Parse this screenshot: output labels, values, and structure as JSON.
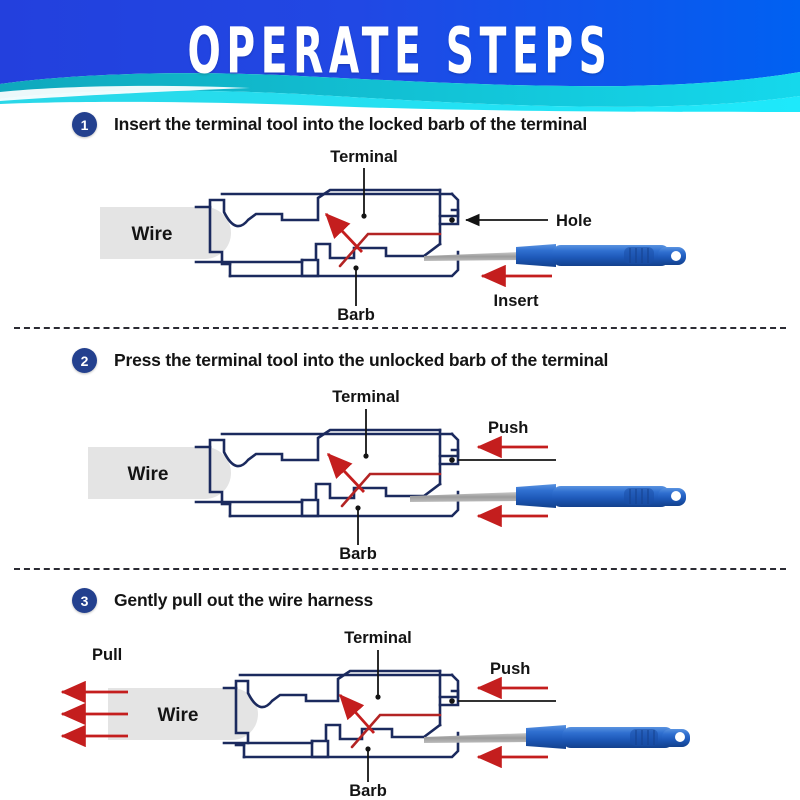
{
  "header": {
    "title": "OPERATE STEPS",
    "gradient_left": "#2340dd",
    "gradient_right": "#0061f2",
    "wave_teal": "#11b9c9",
    "wave_cyan": "#1fe4f5"
  },
  "colors": {
    "outline_navy": "#1b2a5e",
    "arrow_red": "#c41e1e",
    "barb_red": "#b32424",
    "wire_gray": "#e4e4e4",
    "tool_blue": "#1f5fc4",
    "tool_blue_dark": "#17479c",
    "tool_blade_gray": "#a5a5a5",
    "badge_navy": "#23408e",
    "text_dark": "#141414",
    "divider": "#2b2b33"
  },
  "steps": [
    {
      "number": "1",
      "text": "Insert the terminal tool into the locked barb of the terminal",
      "labels": {
        "wire": "Wire",
        "terminal": "Terminal",
        "barb": "Barb",
        "hole": "Hole",
        "action": "Insert"
      }
    },
    {
      "number": "2",
      "text": "Press the terminal tool into the unlocked barb of the terminal",
      "labels": {
        "wire": "Wire",
        "terminal": "Terminal",
        "barb": "Barb",
        "action": "Push"
      }
    },
    {
      "number": "3",
      "text": "Gently pull out the wire harness",
      "labels": {
        "wire": "Wire",
        "terminal": "Terminal",
        "barb": "Barb",
        "action_left": "Pull",
        "action_right": "Push"
      }
    }
  ]
}
